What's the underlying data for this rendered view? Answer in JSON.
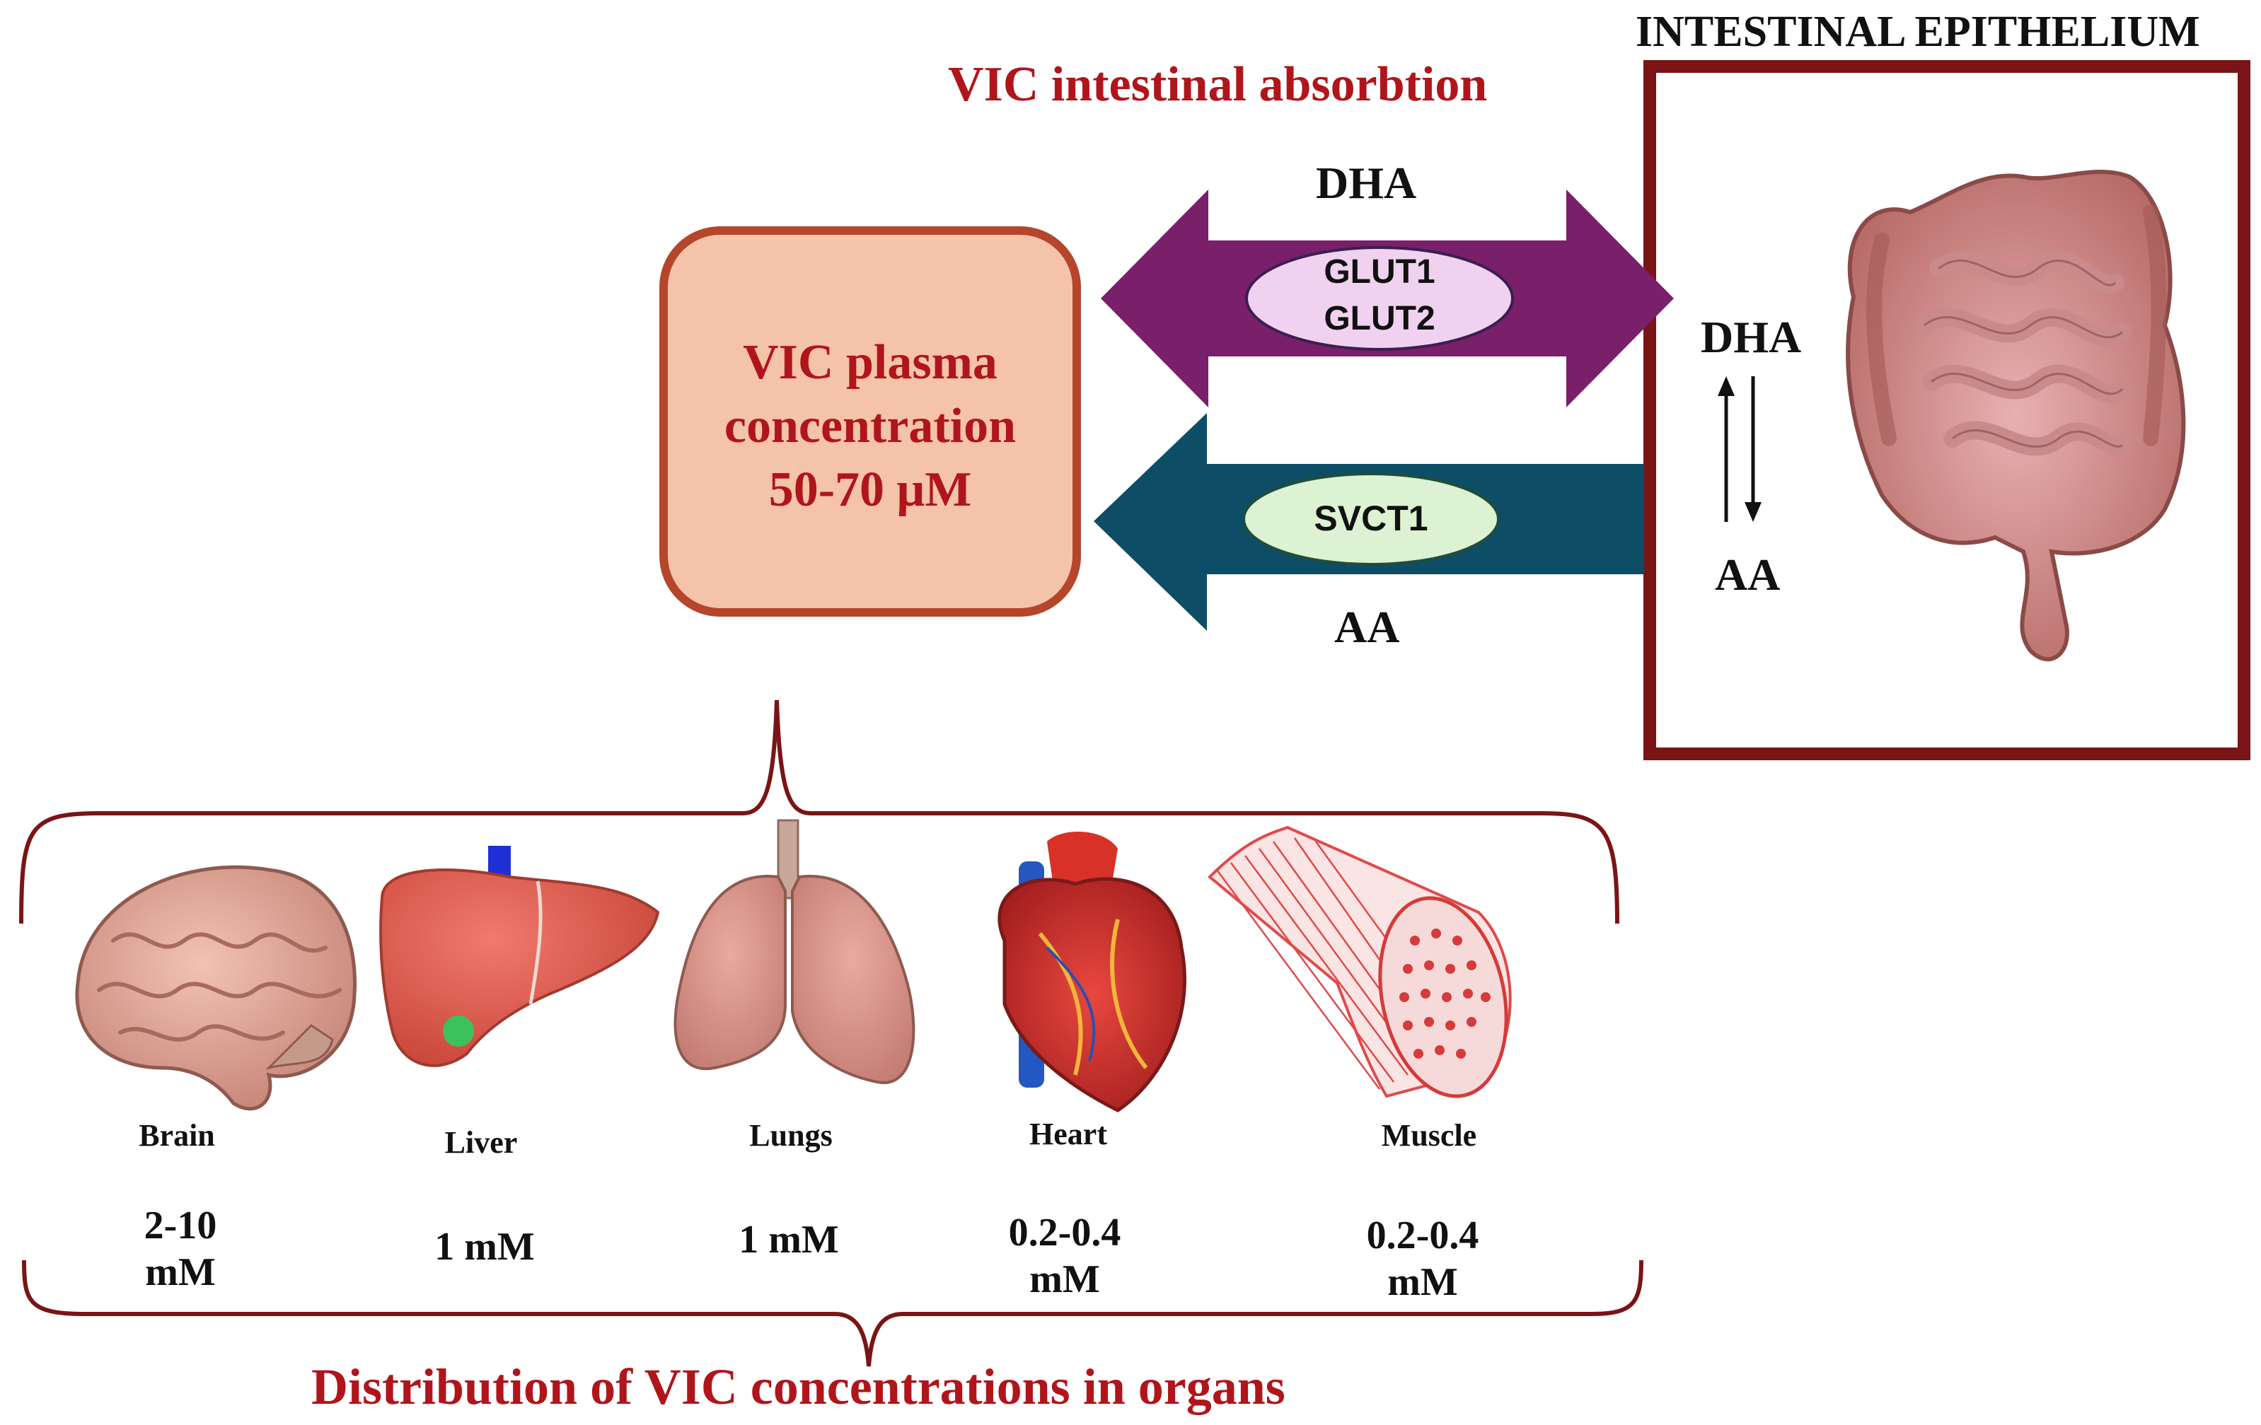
{
  "header": {
    "epithelium_title": "INTESTINAL EPITHELIUM",
    "absorption_title": "VIC intestinal absorbtion"
  },
  "plasma_box": {
    "line1": "VIC plasma",
    "line2": "concentration",
    "line3": "50-70 μM"
  },
  "transport": {
    "top_arrow_label": "DHA",
    "top_transporters": [
      "GLUT1",
      "GLUT2"
    ],
    "bottom_transporter": "SVCT1",
    "bottom_arrow_label": "AA",
    "equilibrium_top": "DHA",
    "equilibrium_bottom": "AA"
  },
  "organs": [
    {
      "name": "Brain",
      "conc_line1": "2-10",
      "conc_line2": "mM",
      "icon": "brain-icon"
    },
    {
      "name": "Liver",
      "conc_line1": "1 mM",
      "conc_line2": "",
      "icon": "liver-icon"
    },
    {
      "name": "Lungs",
      "conc_line1": "1 mM",
      "conc_line2": "",
      "icon": "lungs-icon"
    },
    {
      "name": "Heart",
      "conc_line1": "0.2-0.4",
      "conc_line2": "mM",
      "icon": "heart-icon"
    },
    {
      "name": "Muscle",
      "conc_line1": "0.2-0.4",
      "conc_line2": "mM",
      "icon": "muscle-icon"
    }
  ],
  "footer": {
    "distribution_title": "Distribution of VIC concentrations in organs"
  },
  "colors": {
    "dark_red": "#7a1416",
    "title_red": "#b0151b",
    "purple_arrow": "#7a1f6a",
    "teal_arrow": "#0d4d66",
    "plasma_fill": "#f4c3aa",
    "plasma_border": "#b5452b",
    "glut_fill": "#f0d2f0",
    "svct_fill": "#dcf2d2"
  }
}
